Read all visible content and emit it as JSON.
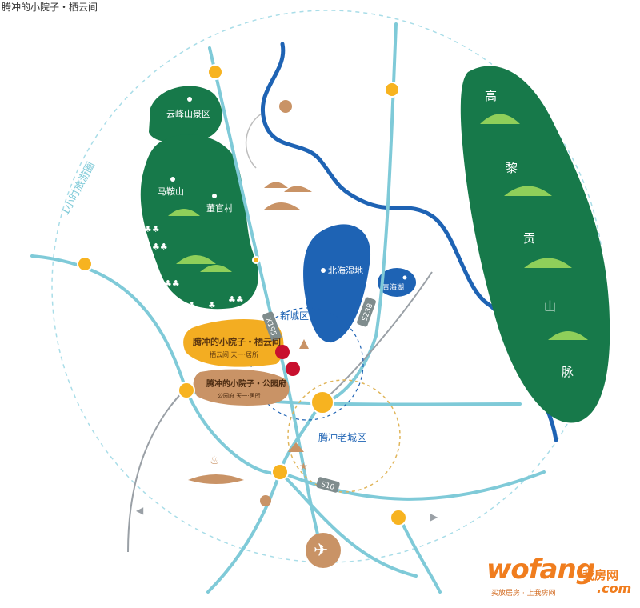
{
  "caption": "腾冲的小院子・栖云间",
  "regions": {
    "scenic_area": "云峰山景区",
    "maan_mountain": "马鞍山",
    "dongguan_village": "董官村",
    "wetland": "北海湿地",
    "qinghai_lake": "青海湖",
    "new_district": "新城区",
    "old_district": "腾冲老城区",
    "mountain_range": [
      "高",
      "黎",
      "贡",
      "山",
      "脉"
    ],
    "tour_circle": "1小时旅游圈"
  },
  "roads": {
    "x": "X195",
    "s": "S238",
    "s10": "S10"
  },
  "projects": [
    {
      "name": "腾冲的小院子・栖云间",
      "sub": "栖云间  天一·居所",
      "color": "#f3ad22"
    },
    {
      "name": "腾冲的小院子・公园府",
      "sub": "公园府  天一·居所",
      "color": "#c99366"
    }
  ],
  "colors": {
    "forest": "#17794a",
    "water": "#1e63b4",
    "road": "#7fcad8",
    "ring": "#a9dde8",
    "node": "#f7b320",
    "marker": "#c8102e"
  },
  "brand": {
    "logo": "wofang",
    "cn": "我房网",
    "com": ".com",
    "slogan": "买放居房 · 上我房网"
  }
}
